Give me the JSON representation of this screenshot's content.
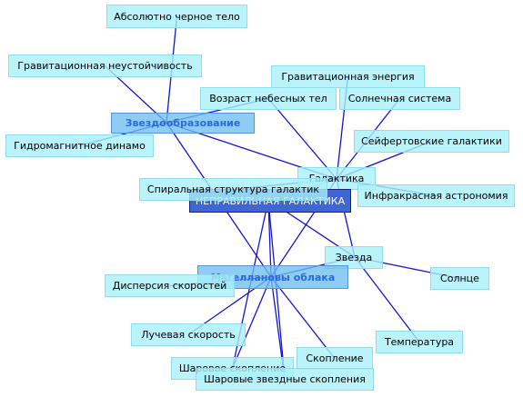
{
  "colors": {
    "edge": "#1515d0",
    "light": "#aaf0fa",
    "mid": "#6ebef0",
    "dark": "#3f66d2"
  },
  "diagram": {
    "edges": [
      [
        "star-formation",
        "blackbody"
      ],
      [
        "star-formation",
        "grav-instability"
      ],
      [
        "star-formation",
        "hydromagnetic-dynamo"
      ],
      [
        "star-formation",
        "age"
      ],
      [
        "star-formation",
        "magellanic"
      ],
      [
        "star-formation",
        "galaxy"
      ],
      [
        "galaxy",
        "grav-energy"
      ],
      [
        "galaxy",
        "solar-system"
      ],
      [
        "galaxy",
        "seyfert"
      ],
      [
        "galaxy",
        "infrared"
      ],
      [
        "galaxy",
        "spiral"
      ],
      [
        "galaxy",
        "irregular"
      ],
      [
        "galaxy",
        "star"
      ],
      [
        "galaxy",
        "magellanic"
      ],
      [
        "age",
        "galaxy"
      ],
      [
        "star",
        "sun"
      ],
      [
        "star",
        "temperature"
      ],
      [
        "star",
        "irregular"
      ],
      [
        "magellanic",
        "star"
      ],
      [
        "magellanic",
        "dispersion"
      ],
      [
        "magellanic",
        "radial-velocity"
      ],
      [
        "magellanic",
        "globular-cluster"
      ],
      [
        "magellanic",
        "globular-clusters"
      ],
      [
        "magellanic",
        "cluster"
      ],
      [
        "irregular",
        "magellanic"
      ],
      [
        "irregular",
        "globular-cluster"
      ],
      [
        "irregular",
        "globular-clusters"
      ]
    ],
    "nodes": [
      {
        "id": "blackbody",
        "label": "Абсолютно черное тело",
        "style": "light"
      },
      {
        "id": "grav-instability",
        "label": "Гравитационная неустойчивость",
        "style": "light"
      },
      {
        "id": "grav-energy",
        "label": "Гравитационная энергия",
        "style": "light"
      },
      {
        "id": "age",
        "label": "Возраст небесных тел",
        "style": "light"
      },
      {
        "id": "solar-system",
        "label": "Солнечная система",
        "style": "light"
      },
      {
        "id": "star-formation",
        "label": "Звездообразование",
        "style": "mid"
      },
      {
        "id": "seyfert",
        "label": "Сейфертовские галактики",
        "style": "light"
      },
      {
        "id": "hydromagnetic-dynamo",
        "label": "Гидромагнитное динамо",
        "style": "light"
      },
      {
        "id": "galaxy",
        "label": "Галактика",
        "style": "light"
      },
      {
        "id": "infrared",
        "label": "Инфракрасная астрономия",
        "style": "light"
      },
      {
        "id": "irregular",
        "label": "НЕПРАВИЛЬНАЯ ГАЛАКТИКА",
        "style": "dark"
      },
      {
        "id": "spiral",
        "label": "Спиральная структура галактик",
        "style": "light"
      },
      {
        "id": "star",
        "label": "Звезда",
        "style": "light"
      },
      {
        "id": "magellanic",
        "label": "Магеллановы облака",
        "style": "mid"
      },
      {
        "id": "sun",
        "label": "Солнце",
        "style": "light"
      },
      {
        "id": "dispersion",
        "label": "Дисперсия скоростей",
        "style": "light"
      },
      {
        "id": "radial-velocity",
        "label": "Лучевая скорость",
        "style": "light"
      },
      {
        "id": "temperature",
        "label": "Температура",
        "style": "light"
      },
      {
        "id": "cluster",
        "label": "Скопление",
        "style": "light"
      },
      {
        "id": "globular-cluster",
        "label": "Шаровое скопление",
        "style": "light"
      },
      {
        "id": "globular-clusters",
        "label": "Шаровые звездные скопления",
        "style": "light"
      }
    ]
  }
}
